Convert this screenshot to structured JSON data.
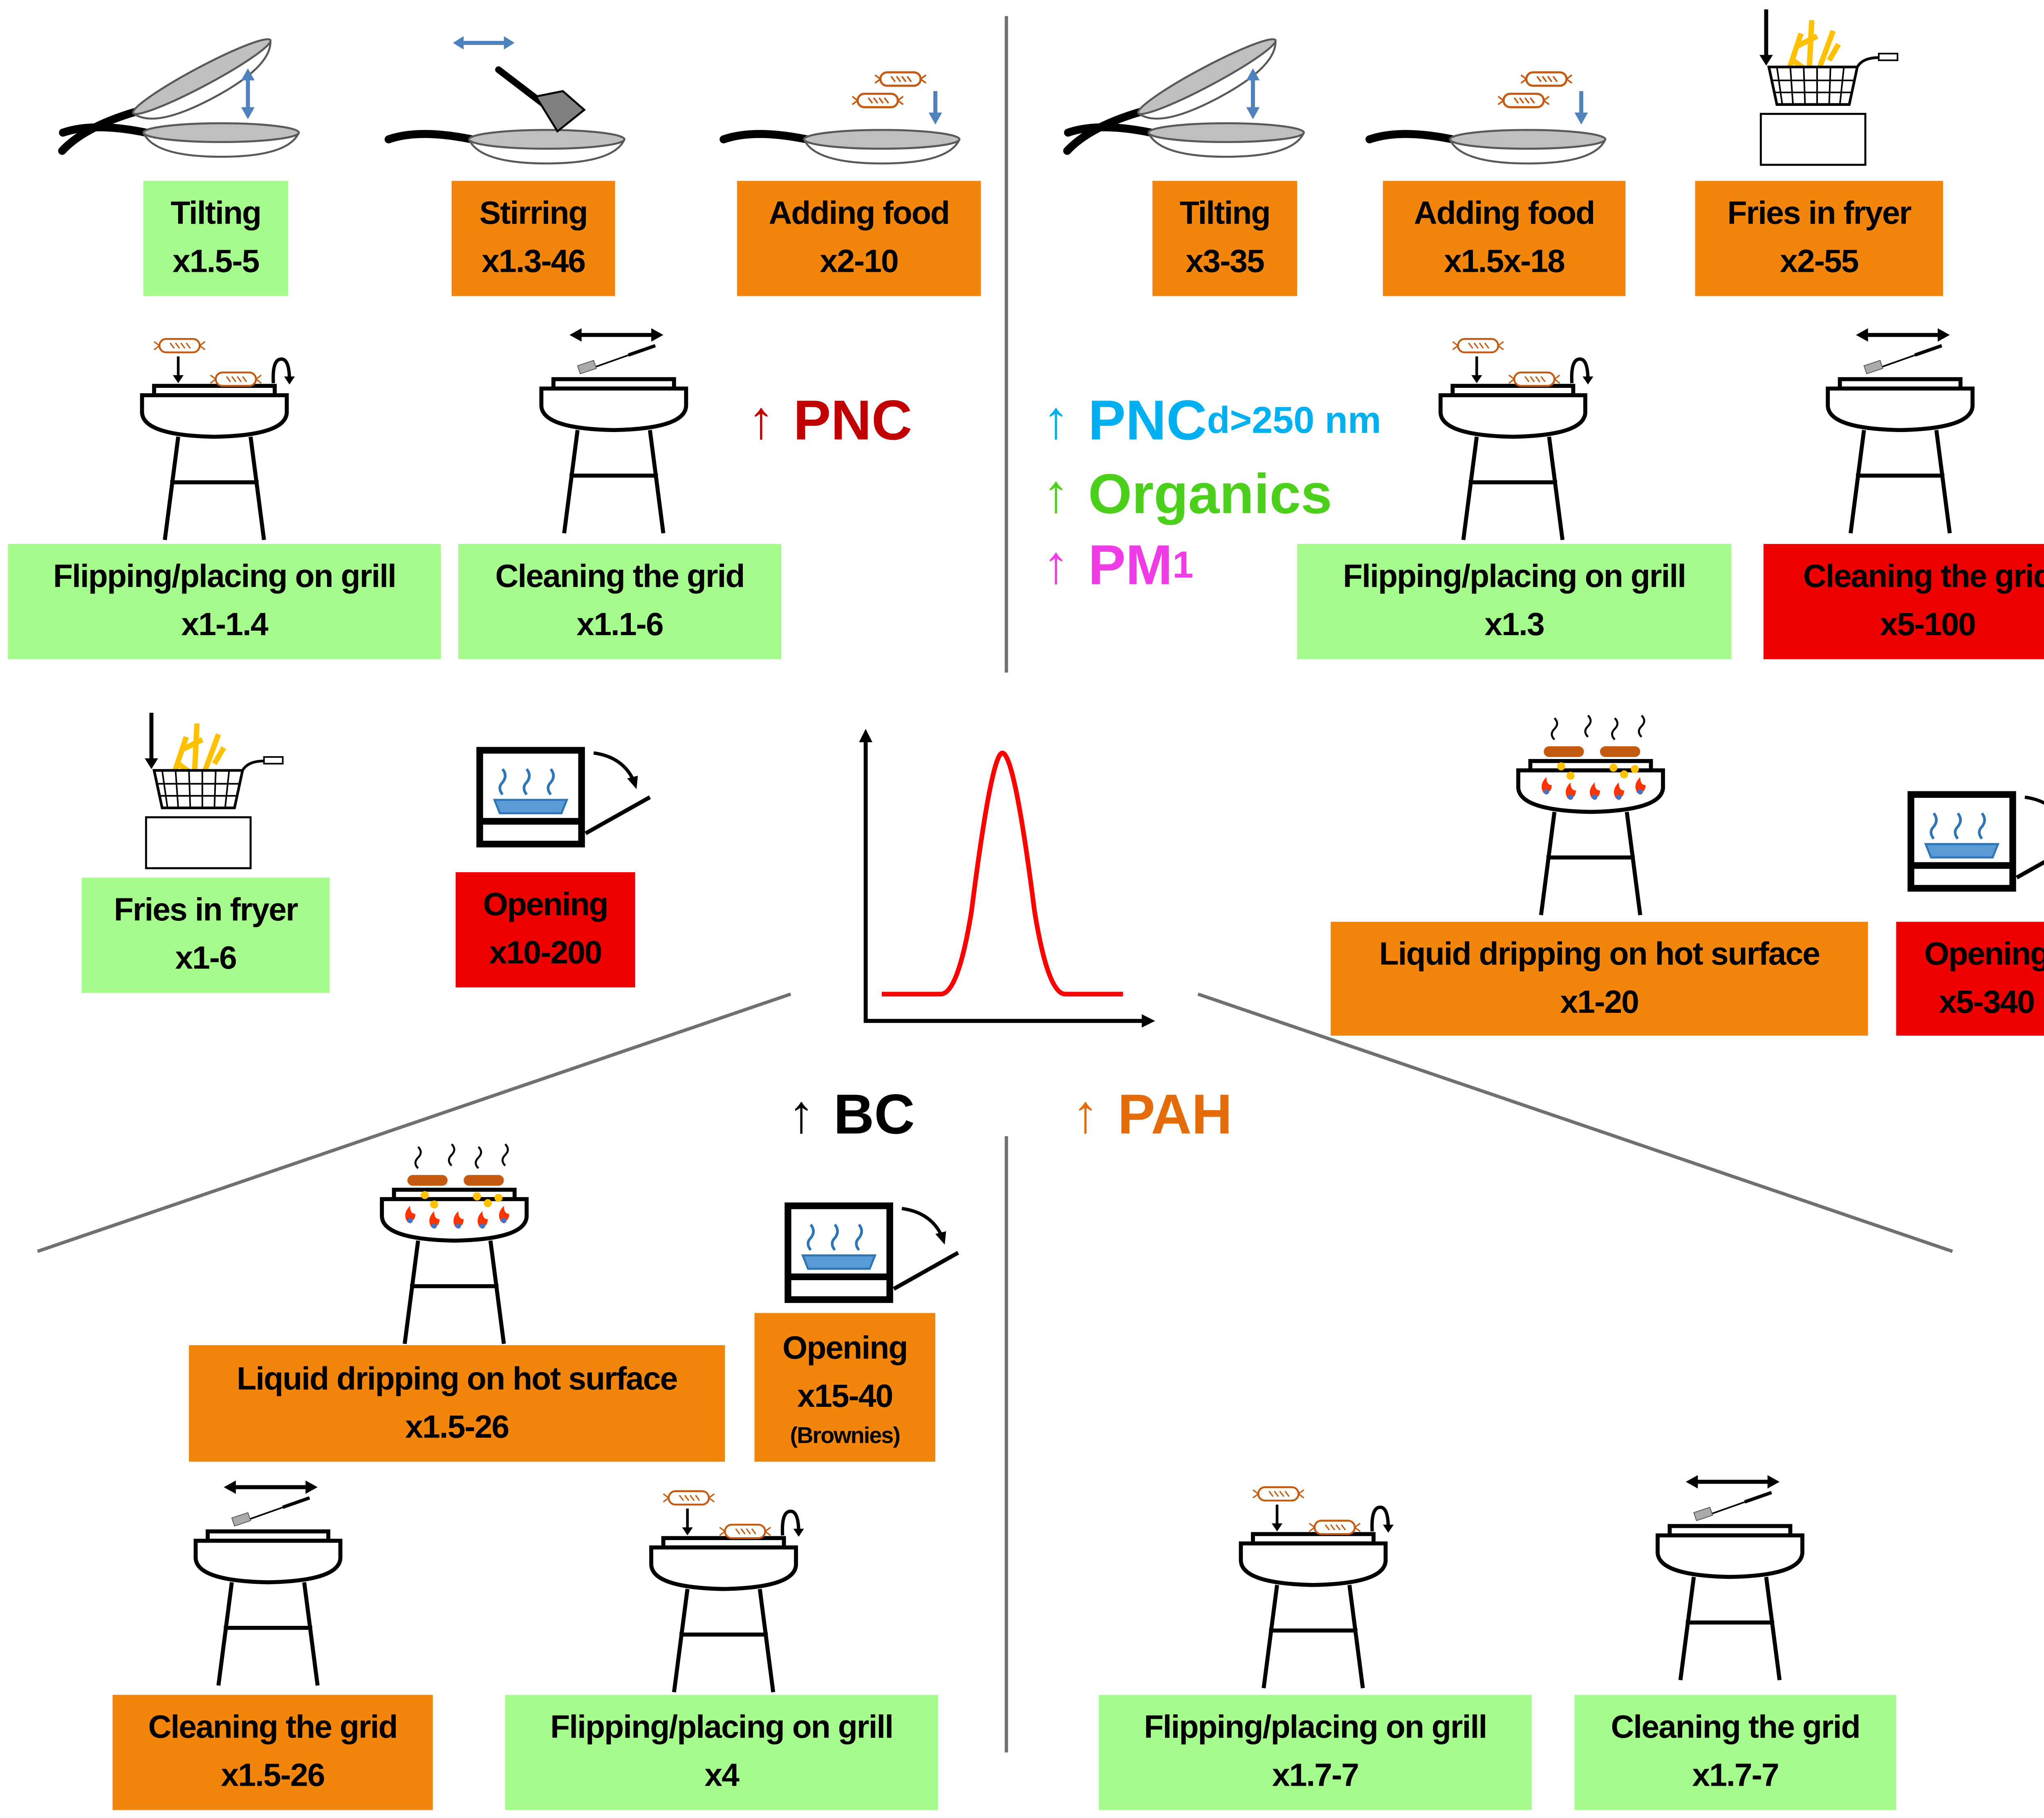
{
  "colors": {
    "low": "#a5fc8c",
    "medium": "#f2860d",
    "high": "#ee0000",
    "pnc": "#c00000",
    "pnc_large": "#00b0f0",
    "organics": "#4cd01c",
    "pm1": "#f03ce6",
    "bc": "#000000",
    "pah": "#e46c0a"
  },
  "quadrants": {
    "pnc": {
      "label": "PNC",
      "events": [
        {
          "name": "Tilting",
          "factor": "x1.5-5",
          "level": "low",
          "icon": "pan-tilt-icon"
        },
        {
          "name": "Stirring",
          "factor": "x1.3-46",
          "level": "medium",
          "icon": "pan-stir-icon"
        },
        {
          "name": "Adding food",
          "factor": "x2-10",
          "level": "medium",
          "icon": "pan-add-food-icon"
        },
        {
          "name": "Flipping/placing on grill",
          "factor": "x1-1.4",
          "level": "low",
          "icon": "grill-flip-icon"
        },
        {
          "name": "Cleaning the grid",
          "factor": "x1.1-6",
          "level": "low",
          "icon": "grill-clean-icon"
        },
        {
          "name": "Fries in fryer",
          "factor": "x1-6",
          "level": "low",
          "icon": "fryer-icon"
        },
        {
          "name": "Opening",
          "factor": "x10-200",
          "level": "high",
          "icon": "oven-icon"
        }
      ]
    },
    "pnc_organics_pm1": {
      "legend": [
        {
          "label": "PNC",
          "sub": "d>250 nm"
        },
        {
          "label": "Organics",
          "sub": ""
        },
        {
          "label": "PM",
          "sub": "1"
        }
      ],
      "events": [
        {
          "name": "Tilting",
          "factor": "x3-35",
          "level": "medium",
          "icon": "pan-tilt-icon"
        },
        {
          "name": "Adding food",
          "factor": "x1.5x-18",
          "level": "medium",
          "icon": "pan-add-food-icon"
        },
        {
          "name": "Fries in fryer",
          "factor": "x2-55",
          "level": "medium",
          "icon": "fryer-icon"
        },
        {
          "name": "Flipping/placing on grill",
          "factor": "x1.3",
          "level": "low",
          "icon": "grill-flip-icon"
        },
        {
          "name": "Cleaning the grid",
          "factor": "x5-100",
          "level": "high",
          "icon": "grill-clean-icon"
        },
        {
          "name": "Liquid dripping on hot surface",
          "factor": "x1-20",
          "level": "medium",
          "icon": "grill-fire-icon"
        },
        {
          "name": "Opening",
          "factor": "x5-340",
          "level": "high",
          "icon": "oven-icon"
        }
      ]
    },
    "bc": {
      "label": "BC",
      "events": [
        {
          "name": "Liquid dripping on hot surface",
          "factor": "x1.5-26",
          "level": "medium",
          "icon": "grill-fire-icon"
        },
        {
          "name": "Opening",
          "factor": "x15-40",
          "note": "(Brownies)",
          "level": "medium",
          "icon": "oven-icon"
        },
        {
          "name": "Cleaning the grid",
          "factor": "x1.5-26",
          "level": "medium",
          "icon": "grill-clean-icon"
        },
        {
          "name": "Flipping/placing on grill",
          "factor": "x4",
          "level": "low",
          "icon": "grill-flip-icon"
        }
      ]
    },
    "pah": {
      "label": "PAH",
      "events": [
        {
          "name": "Flipping/placing on grill",
          "factor": "x1.7-7",
          "level": "low",
          "icon": "grill-flip-icon"
        },
        {
          "name": "Cleaning the grid",
          "factor": "x1.7-7",
          "level": "low",
          "icon": "grill-clean-icon"
        }
      ]
    }
  },
  "center_icon": "concentration-peak-icon",
  "arrow_glyph": "↑"
}
